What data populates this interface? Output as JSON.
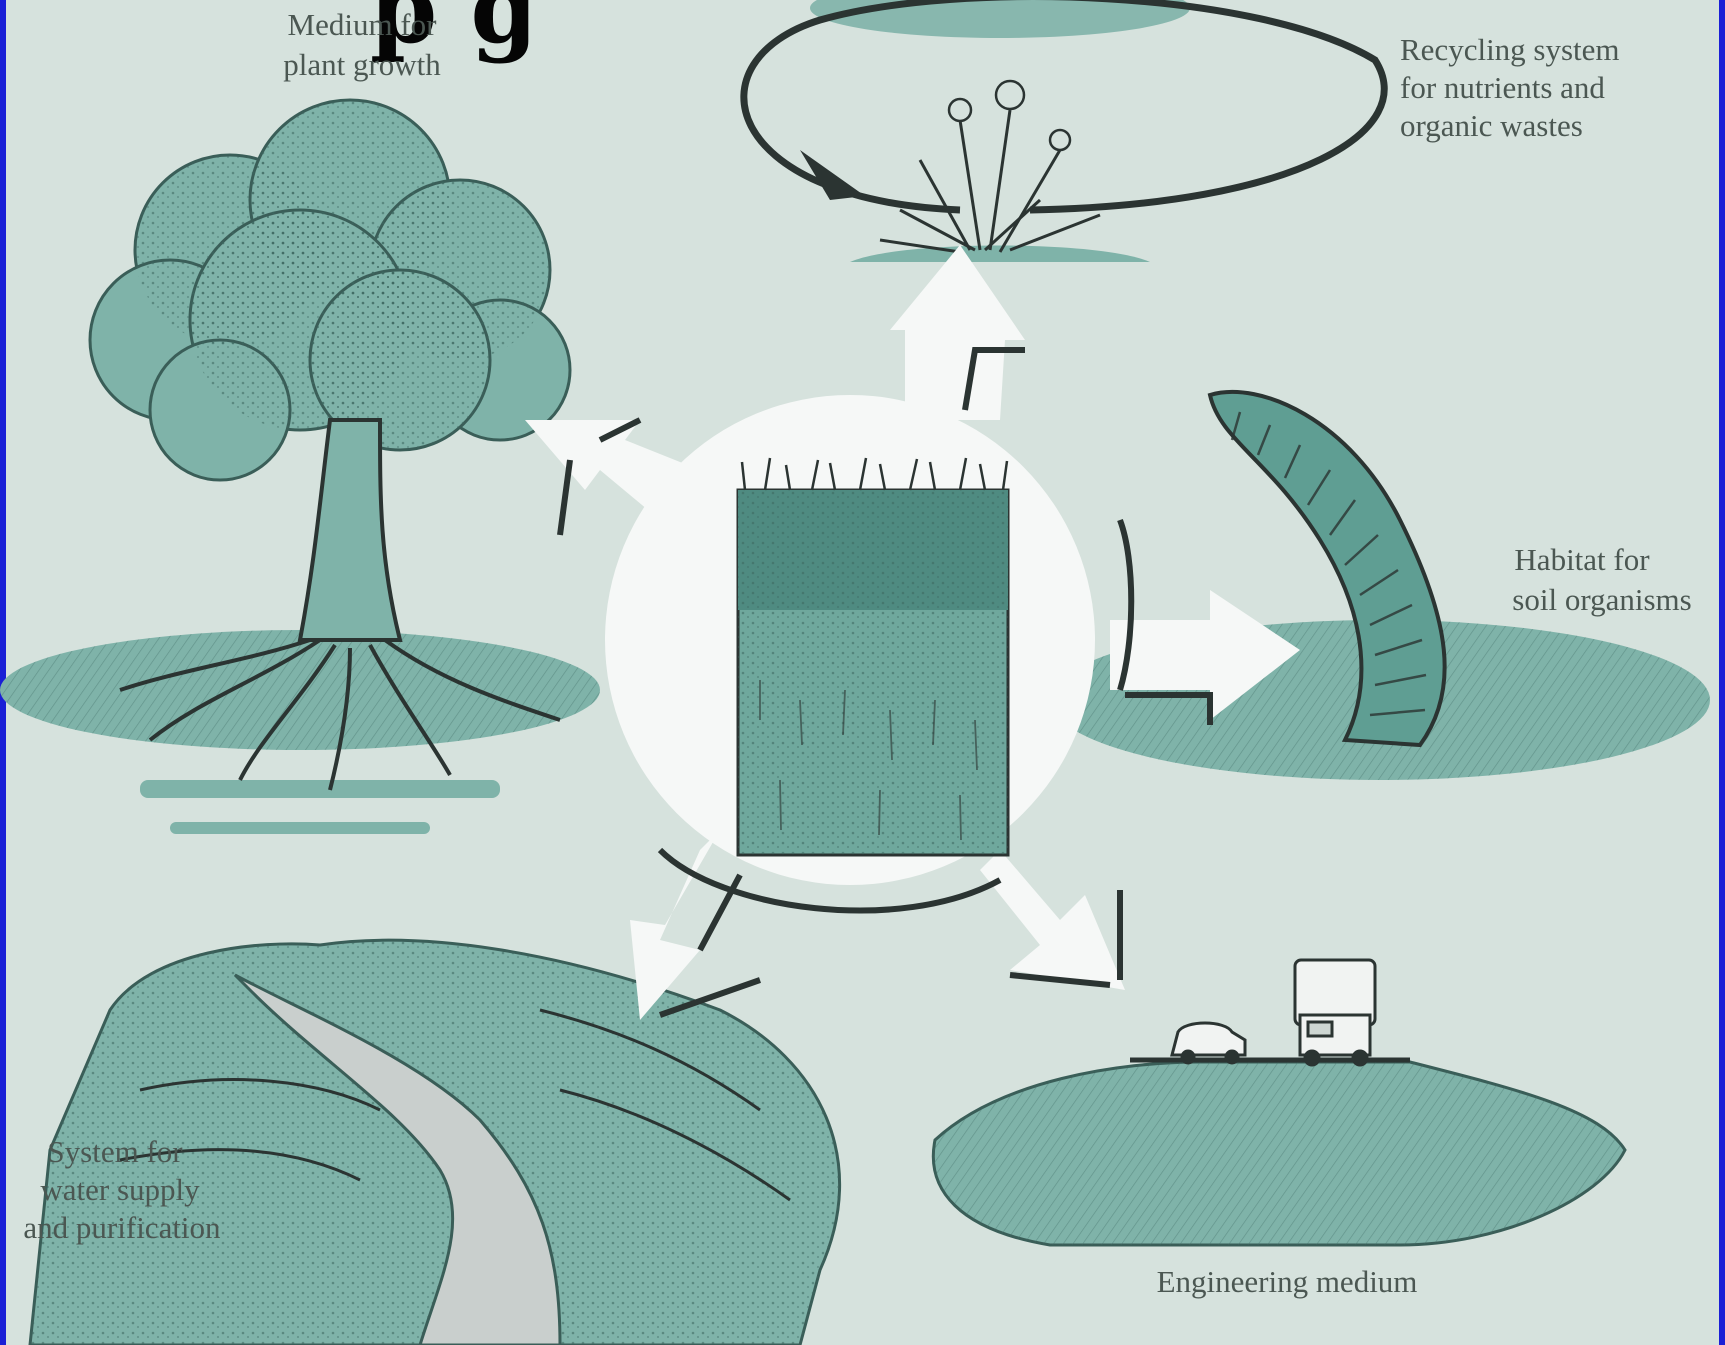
{
  "heading": "p g",
  "functions": [
    {
      "id": "plant",
      "lines": [
        "Medium for",
        "plant growth"
      ]
    },
    {
      "id": "recycling",
      "lines": [
        "Recycling system",
        "for nutrients and",
        "organic wastes"
      ]
    },
    {
      "id": "habitat",
      "lines": [
        "Habitat for",
        "soil organisms"
      ]
    },
    {
      "id": "engineering",
      "lines": [
        "Engineering medium"
      ]
    },
    {
      "id": "water",
      "lines": [
        "System for",
        "water supply",
        "and purification"
      ]
    }
  ],
  "colors": {
    "frame": "#1a1fd6",
    "panel": "#d6e2dd",
    "teal": "#7fb3a9",
    "teal_dark": "#4f8b81",
    "ink": "#2b3432",
    "white": "#f6f8f7"
  }
}
